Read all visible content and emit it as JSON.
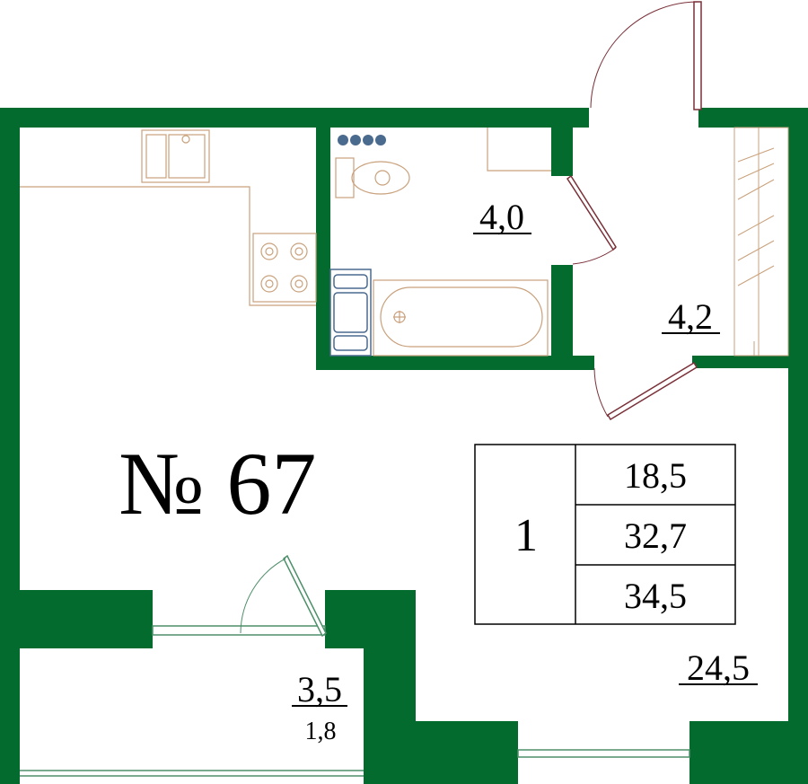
{
  "plan": {
    "apartment_number": "№ 67",
    "rooms_count": "1",
    "areas_table": {
      "living": "18,5",
      "total_without_balcony": "32,7",
      "total": "34,5"
    },
    "rooms": {
      "bathroom_area": "4,0",
      "hallway_area": "4,2",
      "main_room_area": "24,5",
      "balcony_area": "3,5",
      "balcony_area_reduced": "1,8"
    }
  },
  "colors": {
    "wall": "#046b2f",
    "fixtures": "#c9a17c",
    "bath_fixtures": "#4a6a8e",
    "door": "#7a3038",
    "window": "#4e8f6a"
  }
}
